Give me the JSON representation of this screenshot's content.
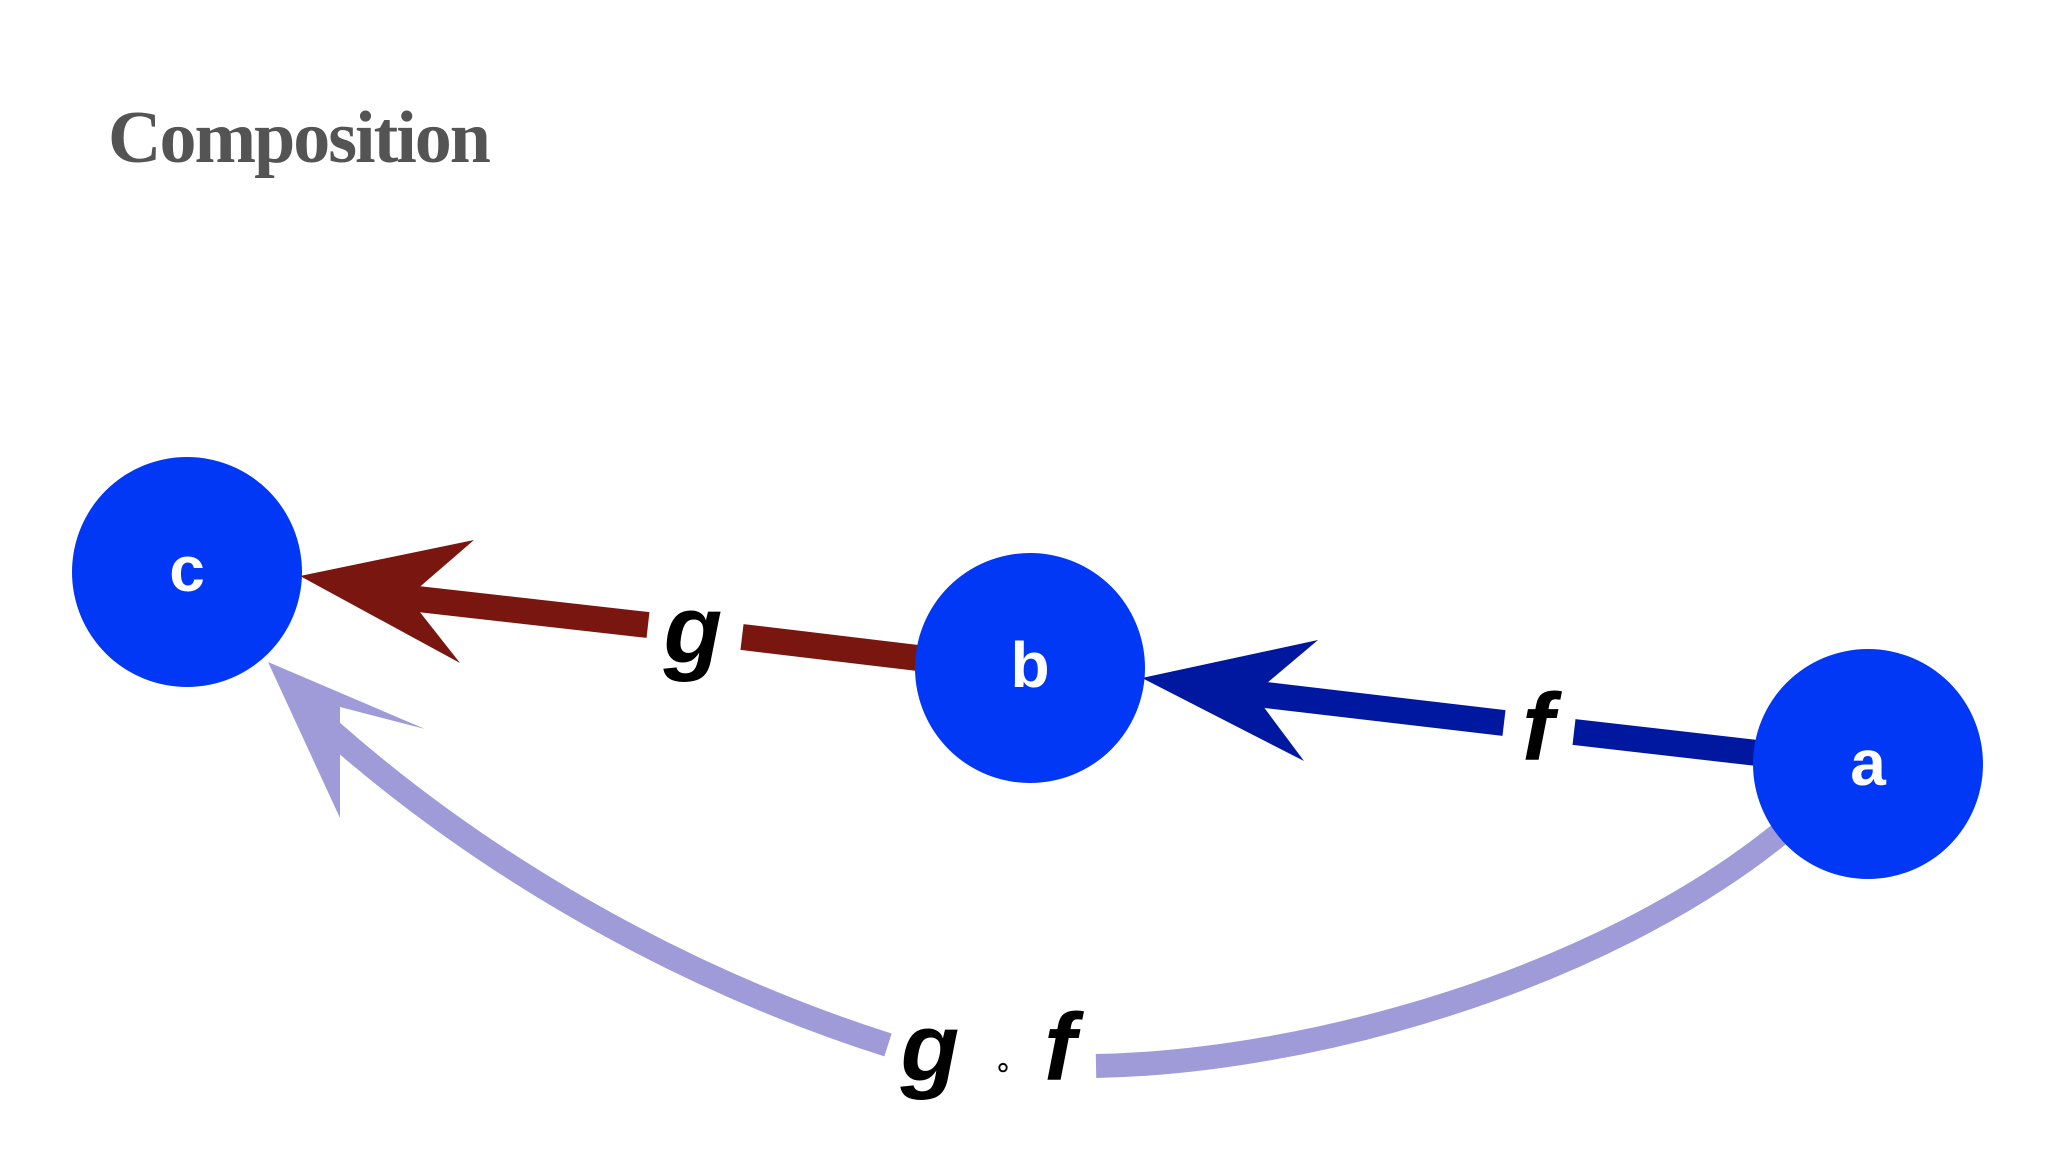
{
  "slide": {
    "title": "Composition"
  },
  "diagram": {
    "nodes": [
      {
        "id": "c",
        "label": "c"
      },
      {
        "id": "b",
        "label": "b"
      },
      {
        "id": "a",
        "label": "a"
      }
    ],
    "edges": [
      {
        "id": "f",
        "from": "a",
        "to": "b",
        "label": "f"
      },
      {
        "id": "g",
        "from": "b",
        "to": "c",
        "label": "g"
      },
      {
        "id": "gf",
        "from": "a",
        "to": "c",
        "label_left": "g",
        "operator": "∘",
        "label_right": "f"
      }
    ],
    "colors": {
      "node_fill": "#0038f5",
      "node_text": "#ffffff",
      "edge_f": "#0018a0",
      "edge_g": "#7a1610",
      "edge_gf": "#9e9bd8",
      "label_text": "#000000"
    }
  }
}
